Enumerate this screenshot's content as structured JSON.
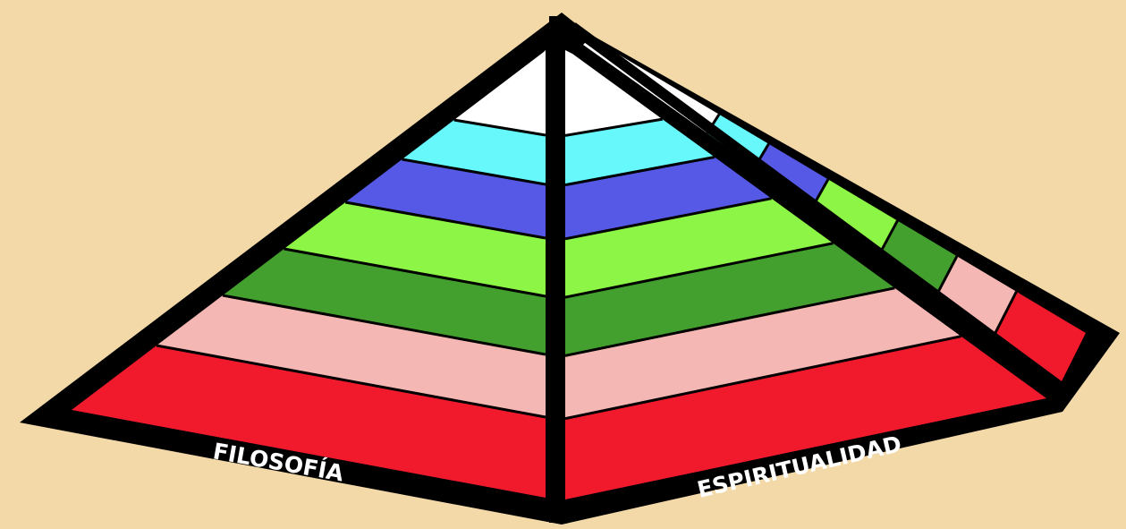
{
  "diagram": {
    "background_color": "#f3d9a8",
    "outline_color": "#000000",
    "layers_top_to_bottom": [
      {
        "name": "white-layer",
        "color": "#ffffff"
      },
      {
        "name": "cyan-layer",
        "color": "#66f8fb"
      },
      {
        "name": "blue-layer",
        "color": "#5659e6"
      },
      {
        "name": "light-green-layer",
        "color": "#8cf545"
      },
      {
        "name": "dark-green-layer",
        "color": "#44a02e"
      },
      {
        "name": "pink-layer",
        "color": "#f5b7b4"
      },
      {
        "name": "red-layer",
        "color": "#f01a2c"
      }
    ],
    "labels": {
      "left_face": "FILOSOFÍA",
      "right_face": "ESPIRITUALIDAD"
    }
  }
}
